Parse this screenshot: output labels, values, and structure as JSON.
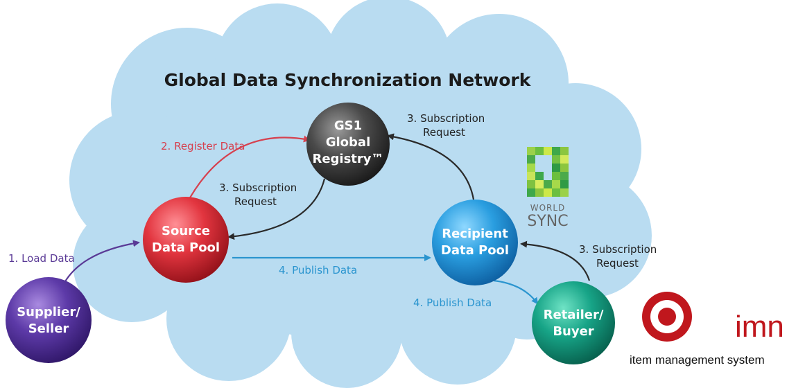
{
  "title": "Global Data Synchronization Network",
  "colors": {
    "cloud": "#b9dcf1",
    "red_arrow": "#d6414f",
    "purple_arrow": "#5a3a96",
    "blue_arrow": "#2b95cf",
    "dark_arrow": "#2a2a2a",
    "brand_red": "#c0171d"
  },
  "nodes": {
    "gs1": {
      "line1": "GS1",
      "line2": "Global",
      "line3": "Registry™"
    },
    "source": {
      "line1": "Source",
      "line2": "Data Pool"
    },
    "recipient": {
      "line1": "Recipient",
      "line2": "Data Pool"
    },
    "supplier": {
      "line1": "Supplier/",
      "line2": "Seller"
    },
    "retailer": {
      "line1": "Retailer/",
      "line2": "Buyer"
    }
  },
  "labels": {
    "load": "1. Load Data",
    "register": "2. Register Data",
    "sub_source_1": "3. Subscription",
    "sub_source_2": "Request",
    "sub_recipient_1": "3. Subscription",
    "sub_recipient_2": "Request",
    "sub_retailer_1": "3. Subscription",
    "sub_retailer_2": "Request",
    "publish_main": "4. Publish Data",
    "publish_retail": "4. Publish Data"
  },
  "worldsync": {
    "line1": "WORLD",
    "line2": "SYNC",
    "icon": "worldsync-logo-icon"
  },
  "imn": {
    "brand": "imn",
    "tagline": "item management system",
    "icon": "target-logo-icon"
  }
}
